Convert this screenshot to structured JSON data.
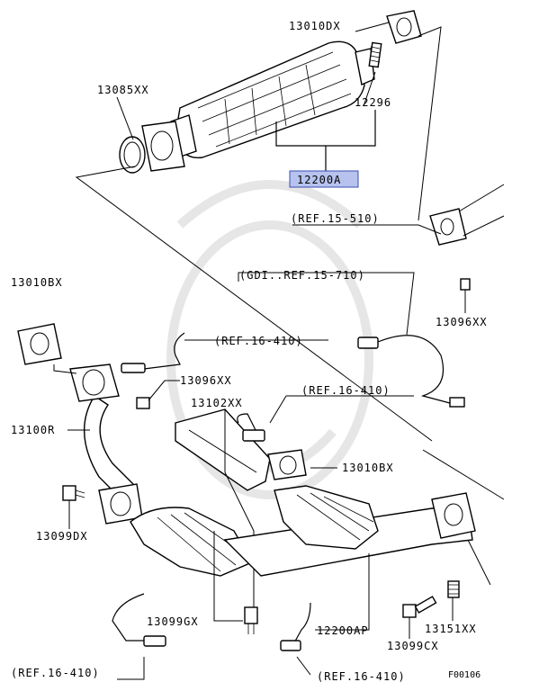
{
  "figure_code": "F00106",
  "labels": {
    "p13010dx": "13010DX",
    "p13085xx": "13085XX",
    "p12296": "12296",
    "p12200a": "12200A",
    "ref15510": "(REF.15-510)",
    "p13010bx_top": "13010BX",
    "gdi_ref": "(GDI..REF.15-710)",
    "p13096xx_right": "13096XX",
    "ref16410_a": "(REF.16-410)",
    "p13096xx_left": "13096XX",
    "ref16410_b": "(REF.16-410)",
    "p13102xx": "13102XX",
    "p13100r": "13100R",
    "p13010bx_mid": "13010BX",
    "p13099dx": "13099DX",
    "p13099gx": "13099GX",
    "p12200ap": "12200AP",
    "p13151xx": "13151XX",
    "p13099cx": "13099CX",
    "ref16410_c": "(REF.16-410)",
    "ref16410_d": "(REF.16-410)"
  },
  "colors": {
    "highlight": "#b7c3ee",
    "highlight_border": "#3a4cb0",
    "line": "#000000",
    "watermark": "#e6e6e6"
  }
}
